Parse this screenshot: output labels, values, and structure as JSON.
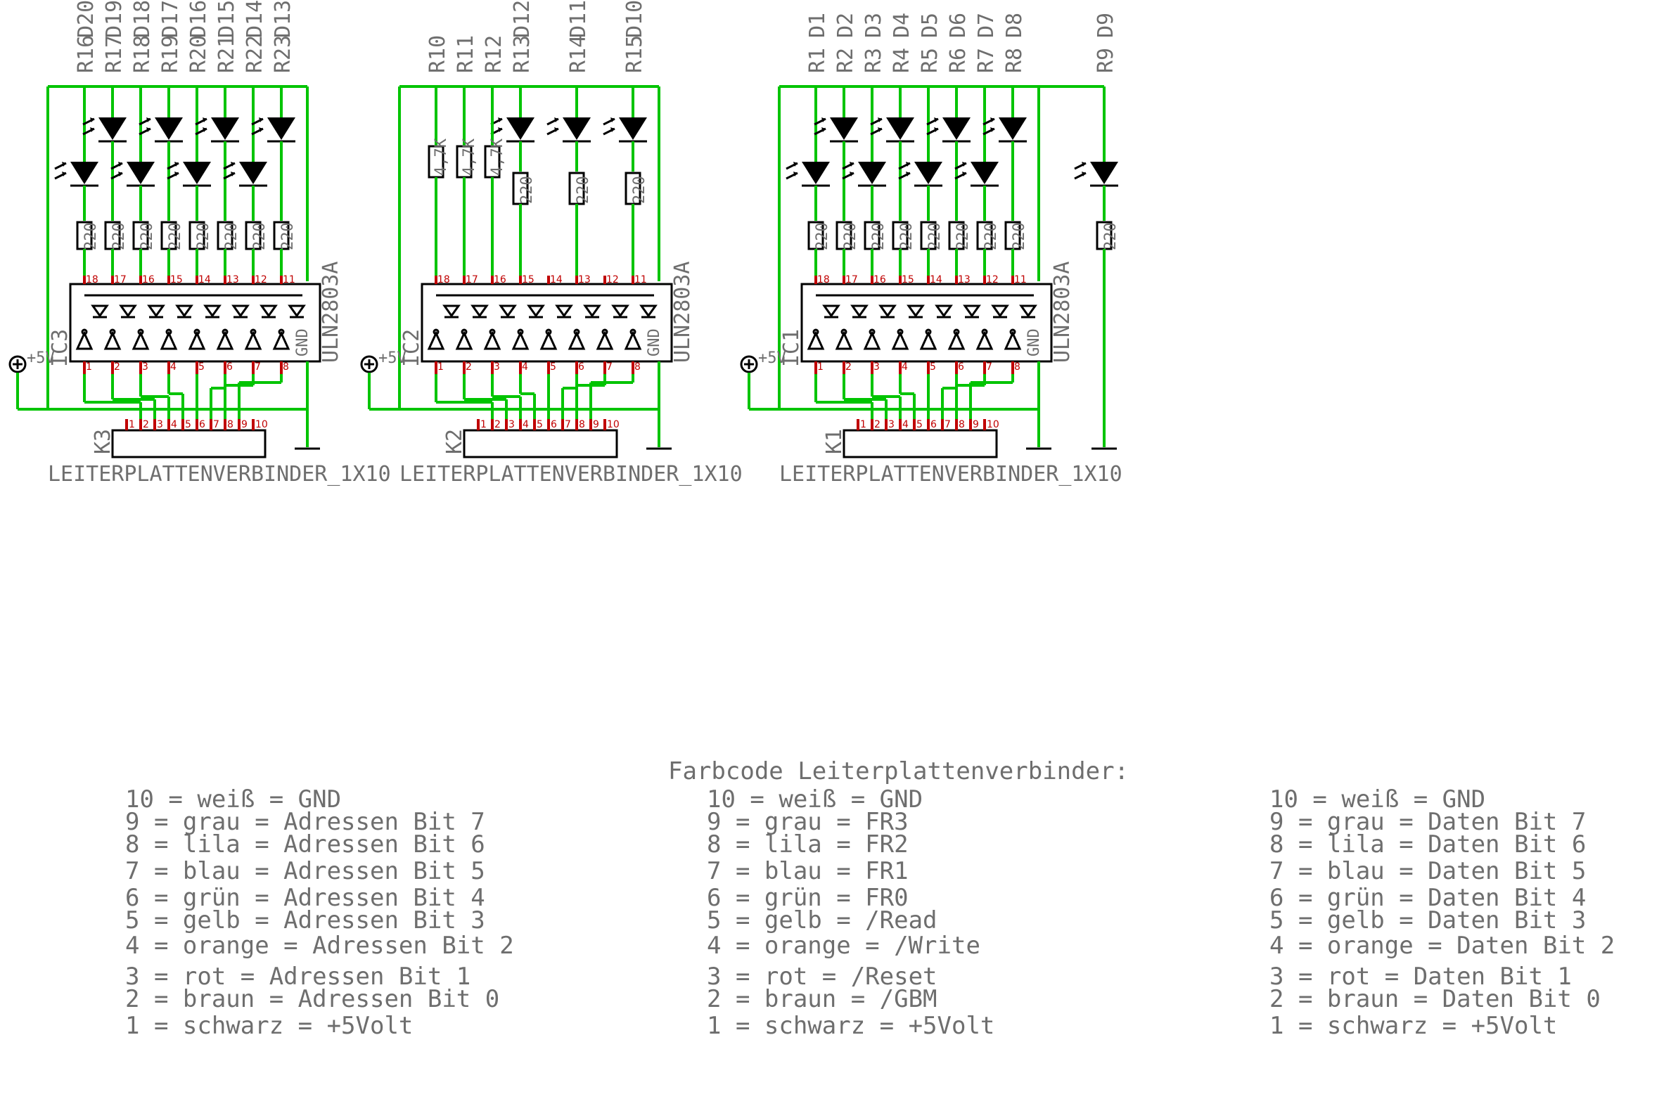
{
  "boards": [
    {
      "ic": "IC3",
      "ic_type": "ULN2803A",
      "connector": "K3",
      "connector_type": "LEITERPLATTENVERBINDER_1X10",
      "leds": [
        "D20",
        "D19",
        "D18",
        "D17",
        "D16",
        "D15",
        "D14",
        "D13"
      ],
      "resistors": [
        "R16",
        "R17",
        "R18",
        "R19",
        "R20",
        "R21",
        "R22",
        "R23"
      ],
      "res_value": "220",
      "supply": "+5V"
    },
    {
      "ic": "IC2",
      "ic_type": "ULN2803A",
      "connector": "K2",
      "connector_type": "LEITERPLATTENVERBINDER_1X10",
      "leds": [
        "D12",
        "D11",
        "D10"
      ],
      "resistors": [
        "R10",
        "R11",
        "R12",
        "R13",
        "R14",
        "R15"
      ],
      "pullup_value": "4,7K",
      "res_value": "220",
      "supply": "+5V"
    },
    {
      "ic": "IC1",
      "ic_type": "ULN2803A",
      "connector": "K1",
      "connector_type": "LEITERPLATTENVERBINDER_1X10",
      "leds": [
        "D1",
        "D2",
        "D3",
        "D4",
        "D5",
        "D6",
        "D7",
        "D8",
        "D9"
      ],
      "resistors": [
        "R1",
        "R2",
        "R3",
        "R4",
        "R5",
        "R6",
        "R7",
        "R8",
        "R9"
      ],
      "res_value": "220",
      "supply": "+5V"
    }
  ],
  "legend_title": "Farbcode Leiterplattenverbinder:",
  "legend": {
    "left": [
      "10 = weiß = GND",
      "9 = grau = Adressen Bit 7",
      "8 = lila = Adressen Bit 6",
      "7 = blau = Adressen Bit 5",
      "6 = grün = Adressen Bit 4",
      "5 = gelb = Adressen Bit 3",
      "4 = orange = Adressen Bit 2",
      "3 = rot = Adressen Bit 1",
      "2 = braun = Adressen Bit 0",
      "1 = schwarz = +5Volt"
    ],
    "middle": [
      "10 = weiß = GND",
      "9 = grau = FR3",
      "8 = lila = FR2",
      "7 = blau = FR1",
      "6 = grün = FR0",
      "5 = gelb = /Read",
      "4 = orange = /Write",
      "3 = rot = /Reset",
      "2 = braun = /GBM",
      "1 = schwarz = +5Volt"
    ],
    "right": [
      "10 = weiß = GND",
      "9 = grau = Daten Bit 7",
      "8 = lila = Daten Bit 6",
      "7 = blau = Daten Bit 5",
      "6 = grün = Daten Bit 4",
      "5 = gelb = Daten Bit 3",
      "4 = orange = Daten Bit 2",
      "3 = rot = Daten Bit 1",
      "2 = braun = Daten Bit 0",
      "1 = schwarz = +5Volt"
    ]
  },
  "colors": {
    "wire": "#00c400",
    "pin": "#c00000",
    "text": "#6e6e6e",
    "symbol": "#000000"
  }
}
